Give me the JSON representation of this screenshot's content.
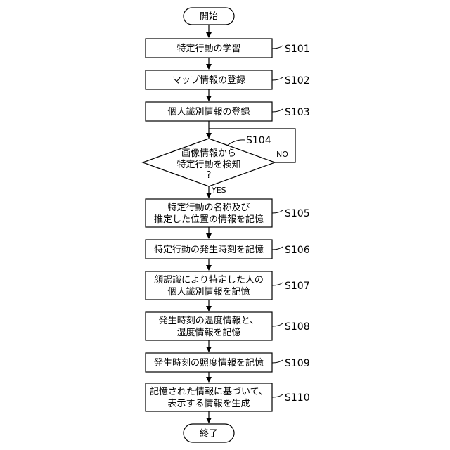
{
  "flowchart": {
    "start": "開始",
    "end": "終了",
    "steps": [
      {
        "id": "S101",
        "lines": [
          "特定行動の学習"
        ]
      },
      {
        "id": "S102",
        "lines": [
          "マップ情報の登録"
        ]
      },
      {
        "id": "S103",
        "lines": [
          "個人識別情報の登録"
        ]
      },
      {
        "id": "S105",
        "lines": [
          "特定行動の名称及び",
          "推定した位置の情報を記憶"
        ]
      },
      {
        "id": "S106",
        "lines": [
          "特定行動の発生時刻を記憶"
        ]
      },
      {
        "id": "S107",
        "lines": [
          "顔認識により特定した人の",
          "個人識別情報を記憶"
        ]
      },
      {
        "id": "S108",
        "lines": [
          "発生時刻の温度情報と、",
          "湿度情報を記憶"
        ]
      },
      {
        "id": "S109",
        "lines": [
          "発生時刻の照度情報を記憶"
        ]
      },
      {
        "id": "S110",
        "lines": [
          "記憶された情報に基づいて、",
          "表示する情報を生成"
        ]
      }
    ],
    "decision": {
      "id": "S104",
      "lines": [
        "画像情報から",
        "特定行動を検知",
        "?"
      ],
      "yes_label": "YES",
      "no_label": "NO"
    }
  }
}
